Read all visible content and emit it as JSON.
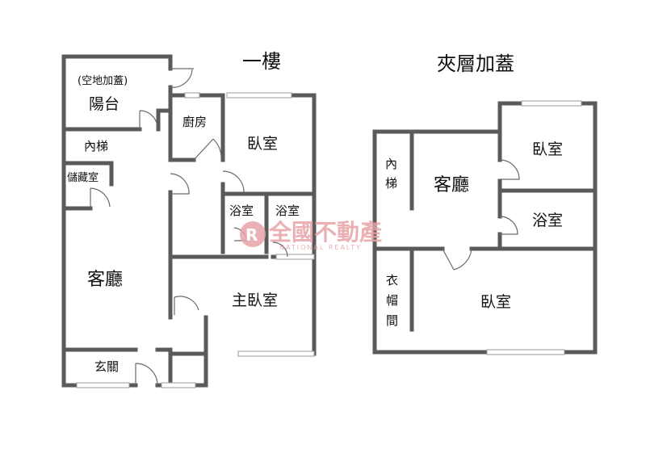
{
  "floors": {
    "first": {
      "title": "一樓",
      "rooms": {
        "balcony_note": "(空地加蓋)",
        "balcony": "陽台",
        "kitchen": "廚房",
        "bedroom": "臥室",
        "inner_stairs": "內梯",
        "storage": "儲藏室",
        "bath_left": "浴室",
        "bath_right": "浴室",
        "living": "客廳",
        "master_bedroom": "主臥室",
        "entrance": "玄關"
      }
    },
    "mezzanine": {
      "title": "夾層加蓋",
      "rooms": {
        "inner_stairs": "內梯",
        "living": "客廳",
        "bedroom_top": "臥室",
        "bath": "浴室",
        "closet": "衣帽間",
        "bedroom_bottom": "臥室"
      }
    }
  },
  "watermark": {
    "chinese": "全國不動產",
    "english": "NATIONAL REALTY",
    "colors": {
      "brand": "#e8a3a8"
    }
  }
}
